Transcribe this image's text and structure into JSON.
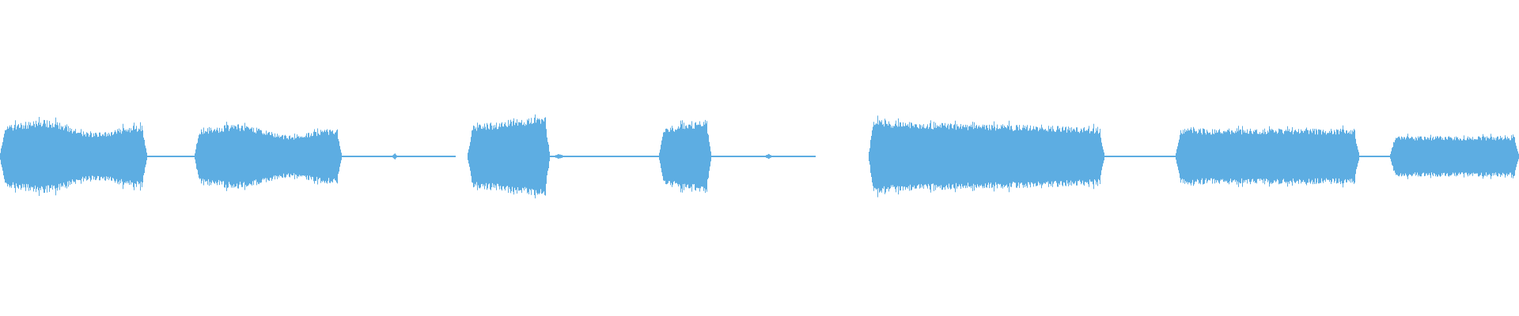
{
  "waveform": {
    "color": "#5dade2",
    "background": "#ffffff",
    "segments": [
      {
        "type": "burst",
        "start": 0.0,
        "end": 0.097,
        "amp": 0.82,
        "env": "double"
      },
      {
        "type": "silence",
        "start": 0.097,
        "end": 0.128,
        "amp": 0.012
      },
      {
        "type": "burst",
        "start": 0.128,
        "end": 0.225,
        "amp": 0.72,
        "env": "double"
      },
      {
        "type": "silence",
        "start": 0.225,
        "end": 0.3,
        "amp": 0.01
      },
      {
        "type": "blip",
        "start": 0.258,
        "end": 0.262,
        "amp": 0.07
      },
      {
        "type": "burst",
        "start": 0.308,
        "end": 0.362,
        "amp": 0.9,
        "env": "rise"
      },
      {
        "type": "silence",
        "start": 0.362,
        "end": 0.434,
        "amp": 0.01
      },
      {
        "type": "blip",
        "start": 0.364,
        "end": 0.372,
        "amp": 0.05
      },
      {
        "type": "burst",
        "start": 0.434,
        "end": 0.468,
        "amp": 0.82,
        "env": "rise"
      },
      {
        "type": "silence",
        "start": 0.468,
        "end": 0.537,
        "amp": 0.01
      },
      {
        "type": "blip",
        "start": 0.503,
        "end": 0.509,
        "amp": 0.06
      },
      {
        "type": "burst",
        "start": 0.572,
        "end": 0.727,
        "amp": 0.78,
        "env": "fall"
      },
      {
        "type": "silence",
        "start": 0.727,
        "end": 0.774,
        "amp": 0.012
      },
      {
        "type": "burst",
        "start": 0.774,
        "end": 0.895,
        "amp": 0.62,
        "env": "flat"
      },
      {
        "type": "silence",
        "start": 0.895,
        "end": 0.915,
        "amp": 0.014
      },
      {
        "type": "burst",
        "start": 0.915,
        "end": 1.0,
        "amp": 0.45,
        "env": "flat"
      }
    ]
  }
}
